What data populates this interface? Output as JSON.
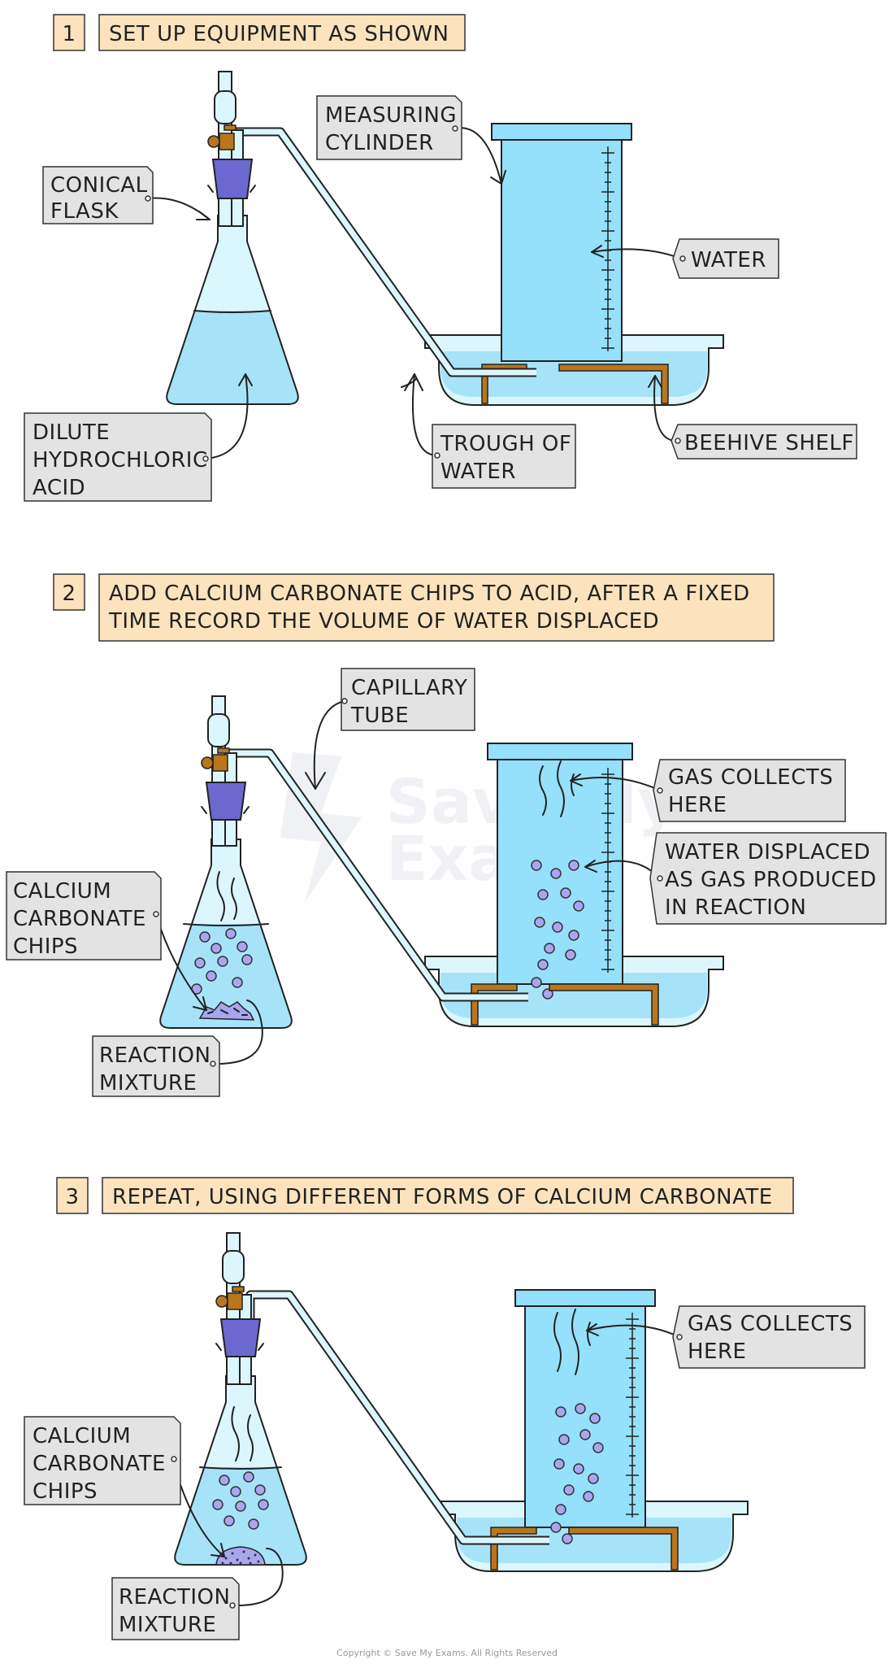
{
  "steps": [
    {
      "number": "1",
      "lines": [
        "SET UP EQUIPMENT AS SHOWN"
      ],
      "labels": {
        "conical_flask": [
          "CONICAL",
          "FLASK"
        ],
        "measuring_cylinder": [
          "MEASURING",
          "CYLINDER"
        ],
        "water": [
          "WATER"
        ],
        "dilute_acid": [
          "DILUTE",
          "HYDROCHLORIC",
          "ACID"
        ],
        "trough": [
          "TROUGH OF",
          "WATER"
        ],
        "beehive_shelf": [
          "BEEHIVE SHELF"
        ]
      }
    },
    {
      "number": "2",
      "lines": [
        "ADD CALCIUM CARBONATE CHIPS TO ACID, AFTER A FIXED",
        "TIME RECORD THE VOLUME OF WATER DISPLACED"
      ],
      "labels": {
        "capillary_tube": [
          "CAPILLARY",
          "TUBE"
        ],
        "gas_collects": [
          "GAS COLLECTS",
          "HERE"
        ],
        "water_displaced": [
          "WATER DISPLACED",
          "AS GAS PRODUCED",
          "IN REACTION"
        ],
        "calcium_chips": [
          "CALCIUM",
          "CARBONATE",
          "CHIPS"
        ],
        "reaction_mixture": [
          "REACTION",
          "MIXTURE"
        ]
      }
    },
    {
      "number": "3",
      "lines": [
        "REPEAT, USING DIFFERENT FORMS OF CALCIUM CARBONATE"
      ],
      "labels": {
        "gas_collects": [
          "GAS COLLECTS",
          "HERE"
        ],
        "calcium_chips": [
          "CALCIUM",
          "CARBONATE",
          "CHIPS"
        ],
        "reaction_mixture": [
          "REACTION",
          "MIXTURE"
        ]
      }
    }
  ],
  "watermark": [
    "Save My",
    "Exams"
  ],
  "copyright": "Copyright © Save My Exams. All Rights Reserved",
  "colors": {
    "step_box": "#fde3bd",
    "label_box": "#e3e3e3",
    "water": "#a6e3f9",
    "cylinder": "#95e0fb",
    "glass": "#dcf6fd",
    "stopper": "#6b69cf",
    "shelf": "#b9761c",
    "bubble": "#a9a5ee"
  }
}
